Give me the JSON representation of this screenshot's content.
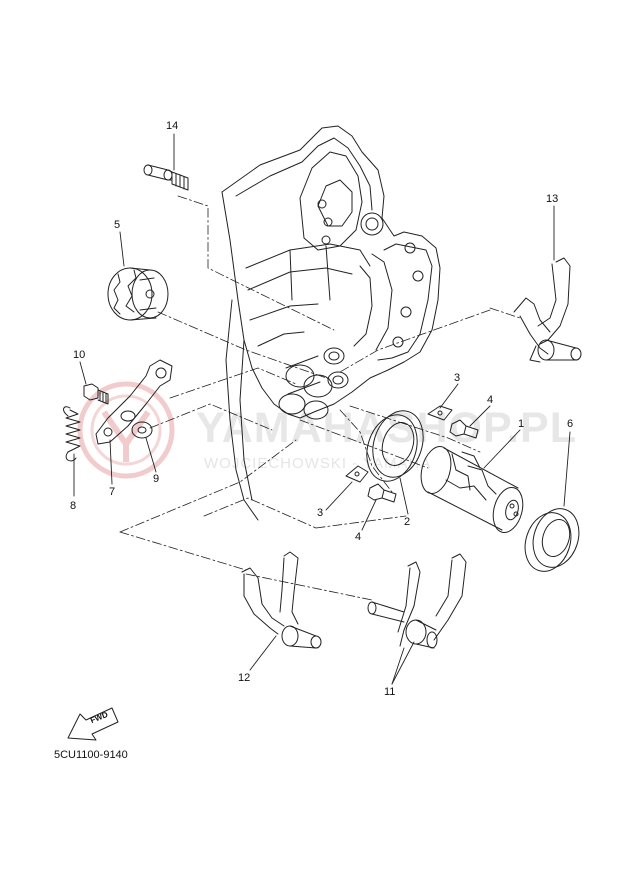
{
  "diagram": {
    "catalog_code": "5CU1100-9140",
    "watermark": {
      "main": "YAMAHASHOP.PL",
      "sub": "WOJCIECHOWSKI - YAMAHA"
    },
    "fwd_label": "FWD",
    "callouts": [
      {
        "id": "c14",
        "text": "14"
      },
      {
        "id": "c13",
        "text": "13"
      },
      {
        "id": "c5",
        "text": "5"
      },
      {
        "id": "c10",
        "text": "10"
      },
      {
        "id": "c3a",
        "text": "3"
      },
      {
        "id": "c4a",
        "text": "4"
      },
      {
        "id": "c1",
        "text": "1"
      },
      {
        "id": "c6",
        "text": "6"
      },
      {
        "id": "c7",
        "text": "7"
      },
      {
        "id": "c9",
        "text": "9"
      },
      {
        "id": "c8",
        "text": "8"
      },
      {
        "id": "c3b",
        "text": "3"
      },
      {
        "id": "c2",
        "text": "2"
      },
      {
        "id": "c4b",
        "text": "4"
      },
      {
        "id": "c12",
        "text": "12"
      },
      {
        "id": "c11",
        "text": "11"
      }
    ],
    "colors": {
      "line": "#222222",
      "watermark": "#e4e4e4",
      "watermark_logo": "#f2c9c9"
    }
  }
}
